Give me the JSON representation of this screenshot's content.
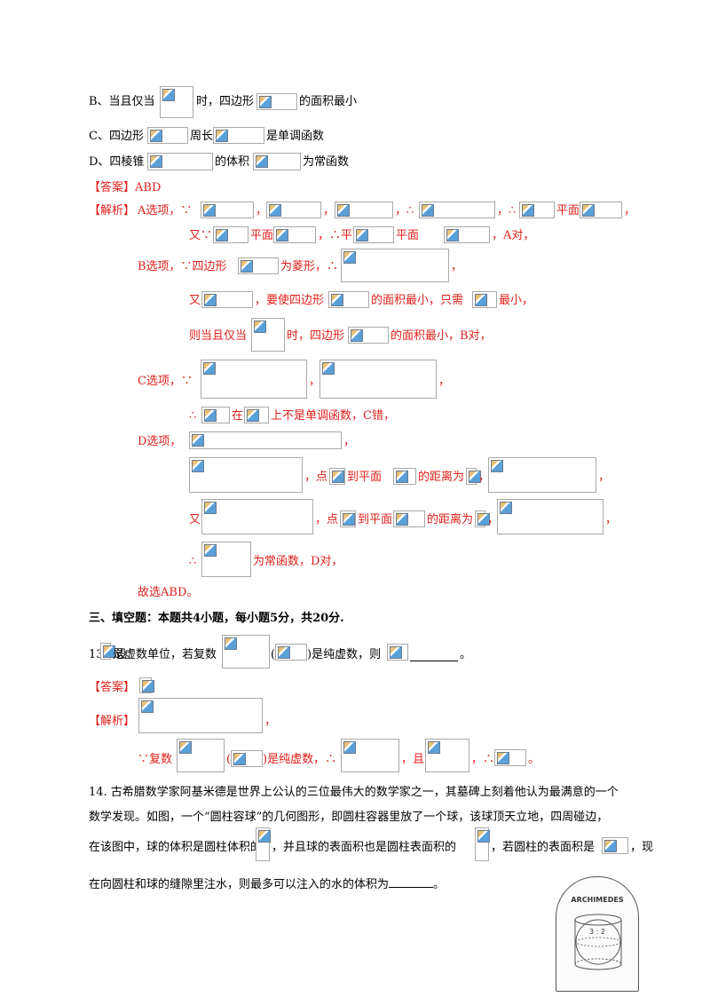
{
  "options": {
    "B_prefix": "B、当且仅当",
    "B_mid": "时，四边形",
    "B_end": "的面积最小",
    "C_prefix": "C、四边形",
    "C_mid": "周长",
    "C_end": "是单调函数",
    "D_prefix": "D、四棱锥",
    "D_mid": "的体积",
    "D_end": "为常函数"
  },
  "q12": {
    "answer_label": "【答案】",
    "answer_value": "ABD",
    "analysis_label": "【解析】",
    "A_prefix": "A选项，∵",
    "comma": "，",
    "therefore": "∴",
    "plane": "平面",
    "A_tail": "，",
    "A2_prefix": "又∵",
    "A2_plane": "平面",
    "A2_mid": "，∴平面",
    "A2_plane2": "平面",
    "A2_end": "，A对，",
    "B_prefix": "B选项，∵四边形",
    "B_mid": "为菱形，∴",
    "B2_prefix": "又",
    "B2_mid": "，要使四边形",
    "B2_mid2": "的面积最小，只需",
    "B2_end": "最小，",
    "B3_prefix": "则当且仅当",
    "B3_mid": "时，四边形",
    "B3_end": "的面积最小，B对，",
    "C_prefix": "C选项，∵",
    "C2_prefix": "∴",
    "C2_mid": "在",
    "C2_end": "上不是单调函数，C错，",
    "D_prefix": "D选项，",
    "D2_mid": "，点",
    "D2_mid2": "到平面",
    "D2_mid3": "的距离为",
    "D3_prefix": "又",
    "D4_prefix": "∴",
    "D4_end": "为常函数，D对，",
    "conclusion": "故选ABD。"
  },
  "section3": {
    "heading": "三、填空题：本题共4小题，每小题5分，共20分."
  },
  "q13": {
    "number": "13.",
    "text1": "设",
    "text2": "是虚数单位，若复数",
    "text3": "(",
    "text4": ")是纯虚数，则",
    "text5": "。",
    "answer_label": "【答案】",
    "analysis_label": "【解析】",
    "because": "∵复数",
    "paren_open": "(",
    "pure": ")是纯虚数，∴",
    "and": "，且",
    "therefore": "，∴",
    "period": "。"
  },
  "q14": {
    "line1": "14.  古希腊数学家阿基米德是世界上公认的三位最伟大的数学家之一，其墓碑上刻着他认为最满意的一个",
    "line2": "数学发现。如图，一个“圆柱容球”的几何图形，即圆柱容器里放了一个球，该球顶天立地，四周碰边，",
    "line3a": "在该图中，球的体积是圆柱体积的",
    "line3b": "，并且球的表面积也是圆柱表面积的",
    "line3c": "，若圆柱的表面积是",
    "line3d": "，现",
    "line4": "在向圆柱和球的缝隙里注水，则最多可以注入的水的体积为",
    "line4_end": "。",
    "figure_caption": "ARCHIMEDES",
    "figure_ratio": "3 : 2"
  }
}
